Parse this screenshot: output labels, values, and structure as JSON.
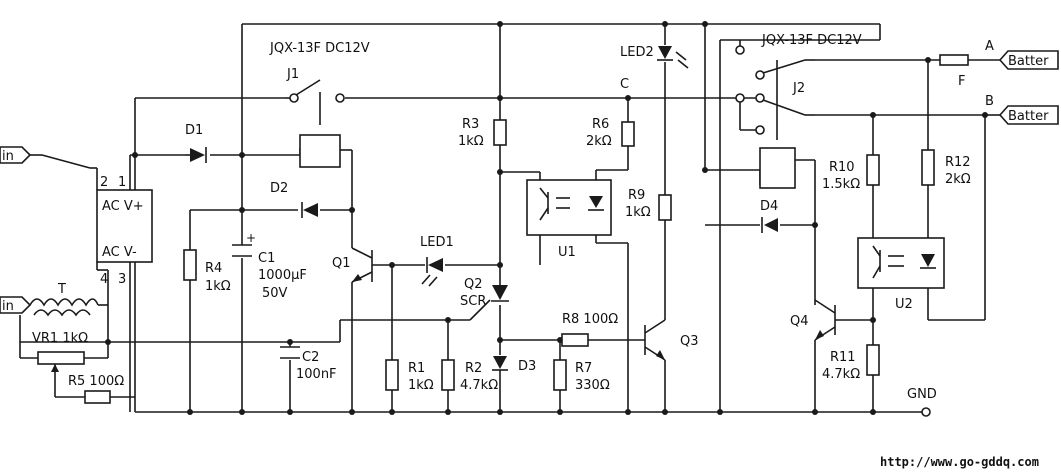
{
  "relays": {
    "j1_model": "JQX-13F  DC12V",
    "j1": "J1",
    "j2_model": "JQX-13F  DC12V",
    "j2": "J2"
  },
  "bridge": {
    "pin2": "2",
    "pin1": "1",
    "pin4": "4",
    "pin3": "3",
    "ac_top": "AC  V+",
    "ac_bot": "AC  V-"
  },
  "inputs": {
    "in_top": "in",
    "in_bot": "in"
  },
  "outputs": {
    "batt_a": "Batter",
    "batt_b": "Batter",
    "node_a": "A",
    "node_b": "B",
    "fuse": "F",
    "node_c": "C"
  },
  "parts": {
    "d1": "D1",
    "d2": "D2",
    "d3": "D3",
    "d4": "D4",
    "r1": "R1",
    "r1v": "1kΩ",
    "r2": "R2",
    "r2v": "4.7kΩ",
    "r3": "R3",
    "r3v": "1kΩ",
    "r4": "R4",
    "r4v": "1kΩ",
    "r5": "R5  100Ω",
    "r6": "R6",
    "r6v": "2kΩ",
    "r7": "R7",
    "r7v": "330Ω",
    "r8": "R8  100Ω",
    "r9": "R9",
    "r9v": "1kΩ",
    "r10": "R10",
    "r10v": "1.5kΩ",
    "r11": "R11",
    "r11v": "4.7kΩ",
    "r12": "R12",
    "r12v": "2kΩ",
    "c1": "C1",
    "c1v": "1000μF",
    "c1v2": "50V",
    "c2": "C2",
    "c2v": "100nF",
    "q1": "Q1",
    "q2": "Q2",
    "q2b": "SCR",
    "q3": "Q3",
    "q4": "Q4",
    "led1": "LED1",
    "led2": "LED2",
    "u1": "U1",
    "u2": "U2",
    "t": "T",
    "vr1": "VR1  1kΩ",
    "gnd": "GND"
  },
  "footer": {
    "url": "http://www.go-gddq.com"
  }
}
